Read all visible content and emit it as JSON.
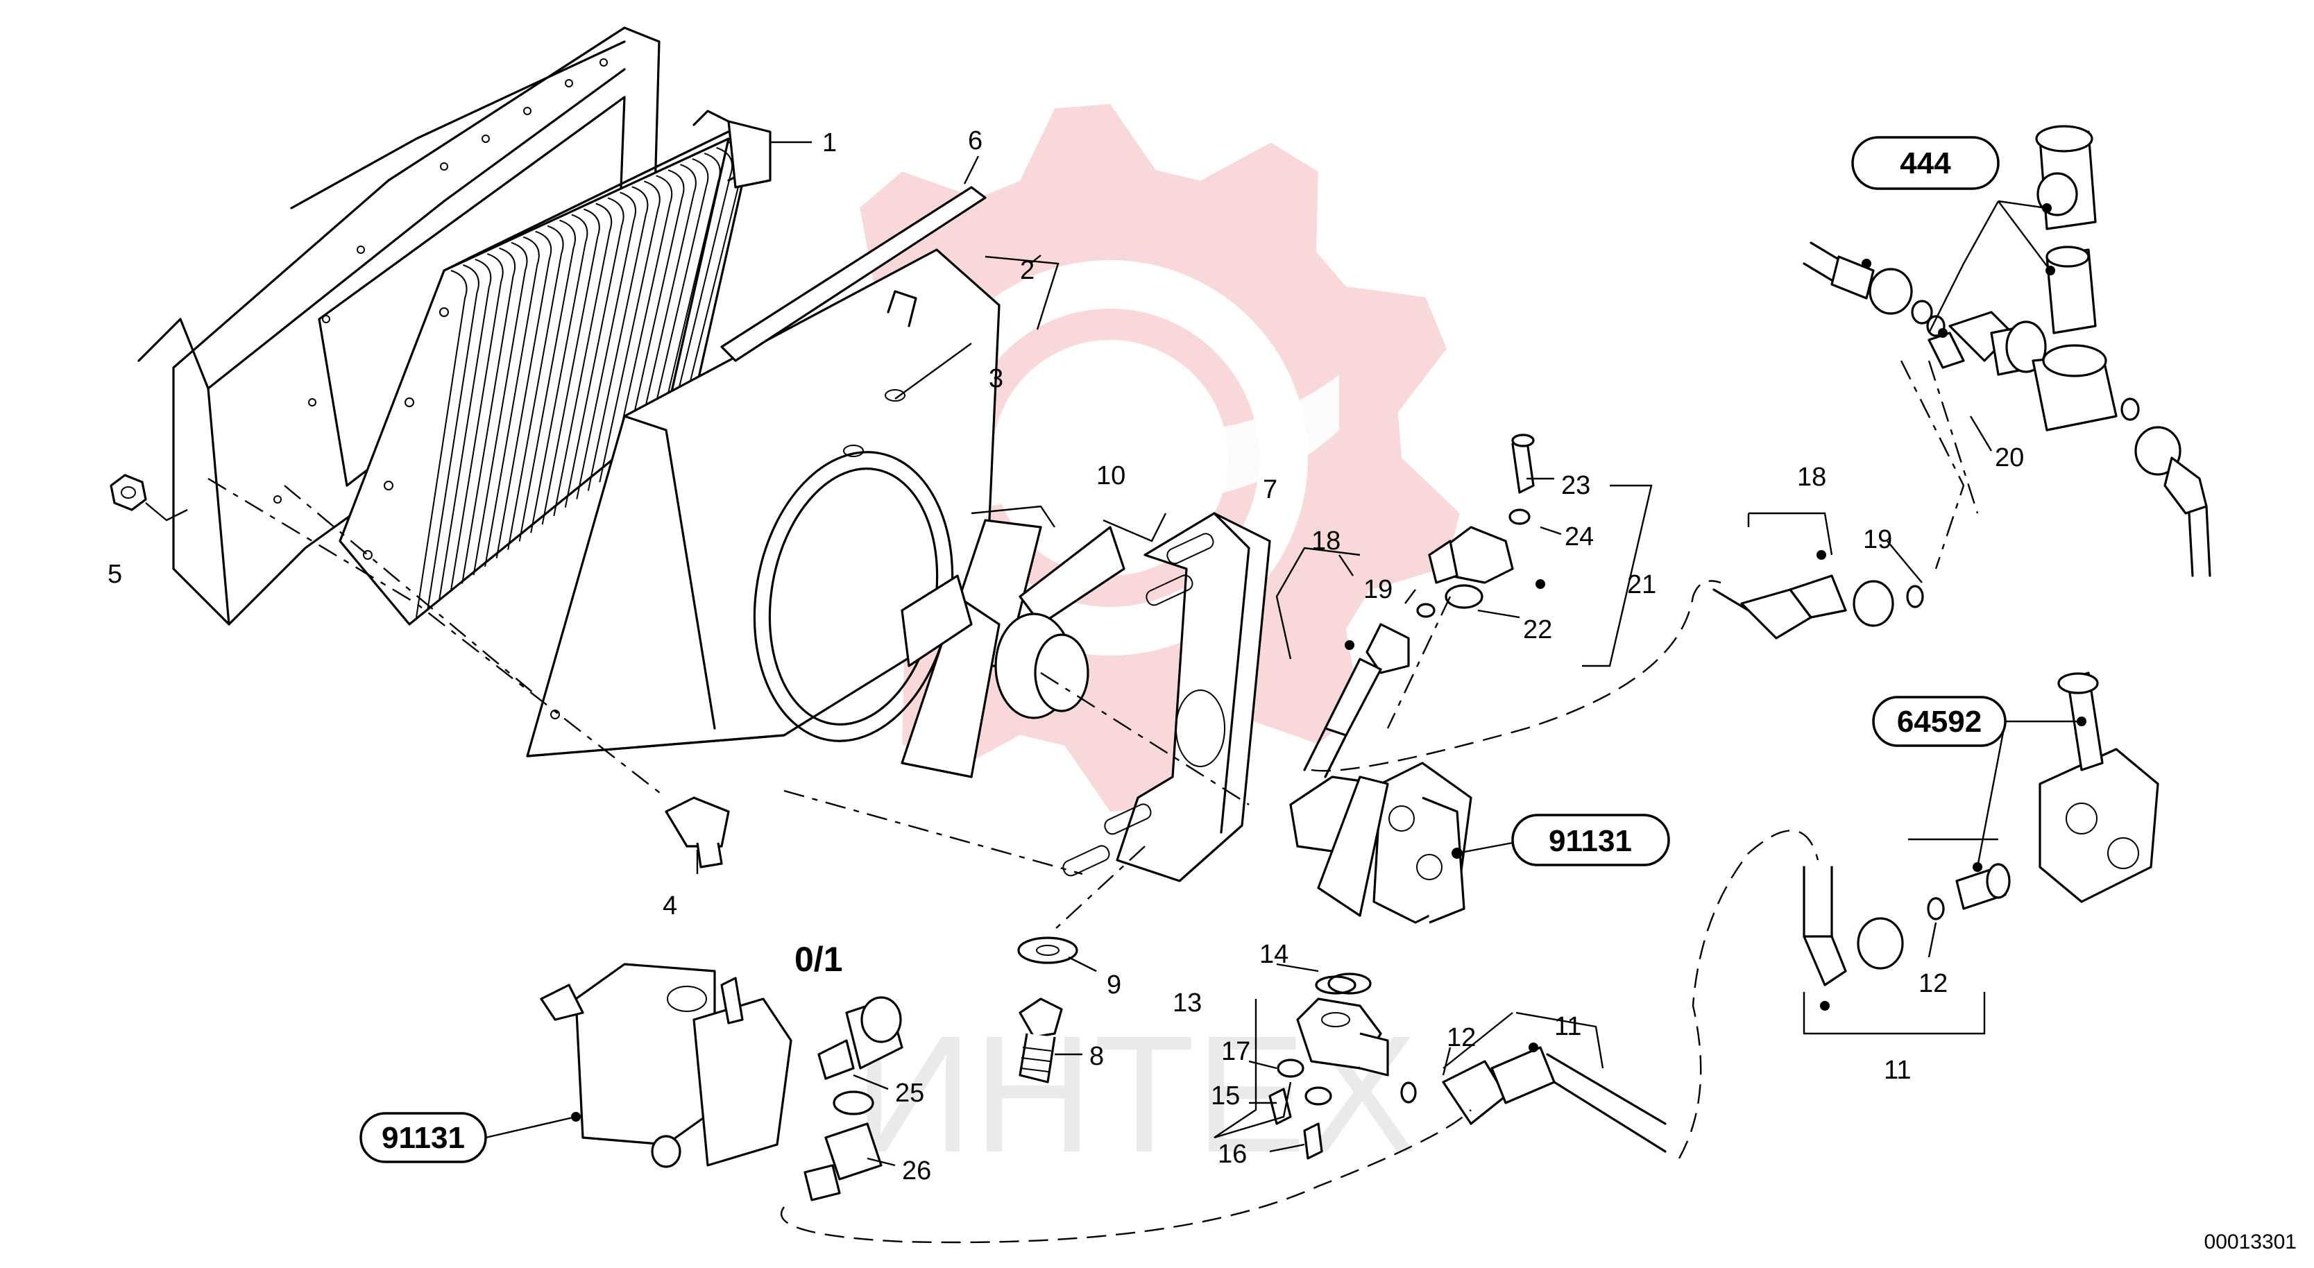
{
  "watermark": {
    "text": "ИНТЕХ",
    "color": "#f2b8b8"
  },
  "document_number": "00013301",
  "assembly_variant_label": "0/1",
  "reference_labels": {
    "a": "444",
    "b": "64592",
    "c": "91131",
    "d": "91131"
  },
  "callouts": {
    "c1": "1",
    "c2": "2",
    "c3": "3",
    "c4": "4",
    "c5": "5",
    "c6": "6",
    "c7": "7",
    "c8": "8",
    "c9": "9",
    "c10": "10",
    "c11a": "11",
    "c11b": "11",
    "c12a": "12",
    "c12b": "12",
    "c13": "13",
    "c14": "14",
    "c15": "15",
    "c16": "16",
    "c17": "17",
    "c18a": "18",
    "c18b": "18",
    "c19a": "19",
    "c19b": "19",
    "c20": "20",
    "c21": "21",
    "c22": "22",
    "c23": "23",
    "c24": "24",
    "c25": "25",
    "c26": "26"
  }
}
